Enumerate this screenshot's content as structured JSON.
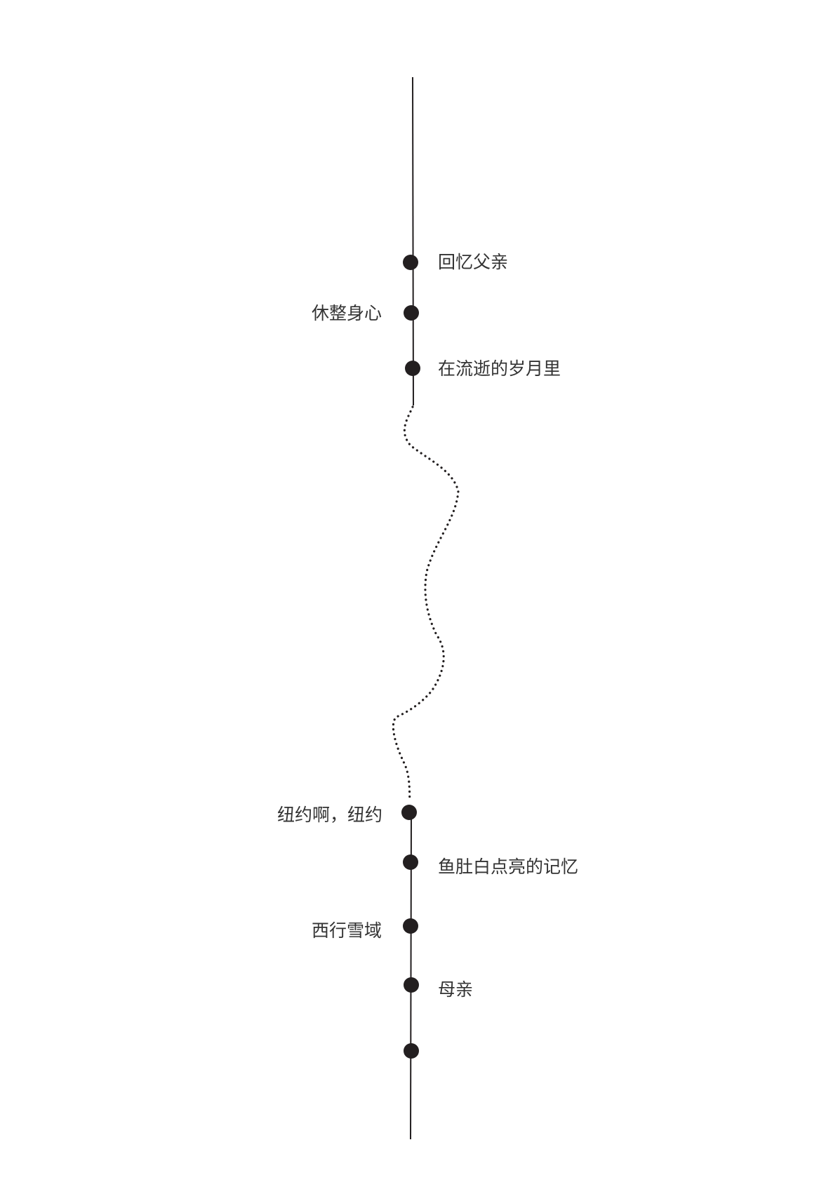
{
  "timeline": {
    "line_color": "#231f20",
    "events": [
      {
        "label": "回忆父亲",
        "side": "right"
      },
      {
        "label": "休整身心",
        "side": "left"
      },
      {
        "label": "在流逝的岁月里",
        "side": "right"
      },
      {
        "label": "纽约啊，纽约",
        "side": "left"
      },
      {
        "label": "鱼肚白点亮的记忆",
        "side": "right"
      },
      {
        "label": "西行雪域",
        "side": "left"
      },
      {
        "label": "母亲",
        "side": "right"
      },
      {
        "label": "",
        "side": "none"
      }
    ]
  }
}
